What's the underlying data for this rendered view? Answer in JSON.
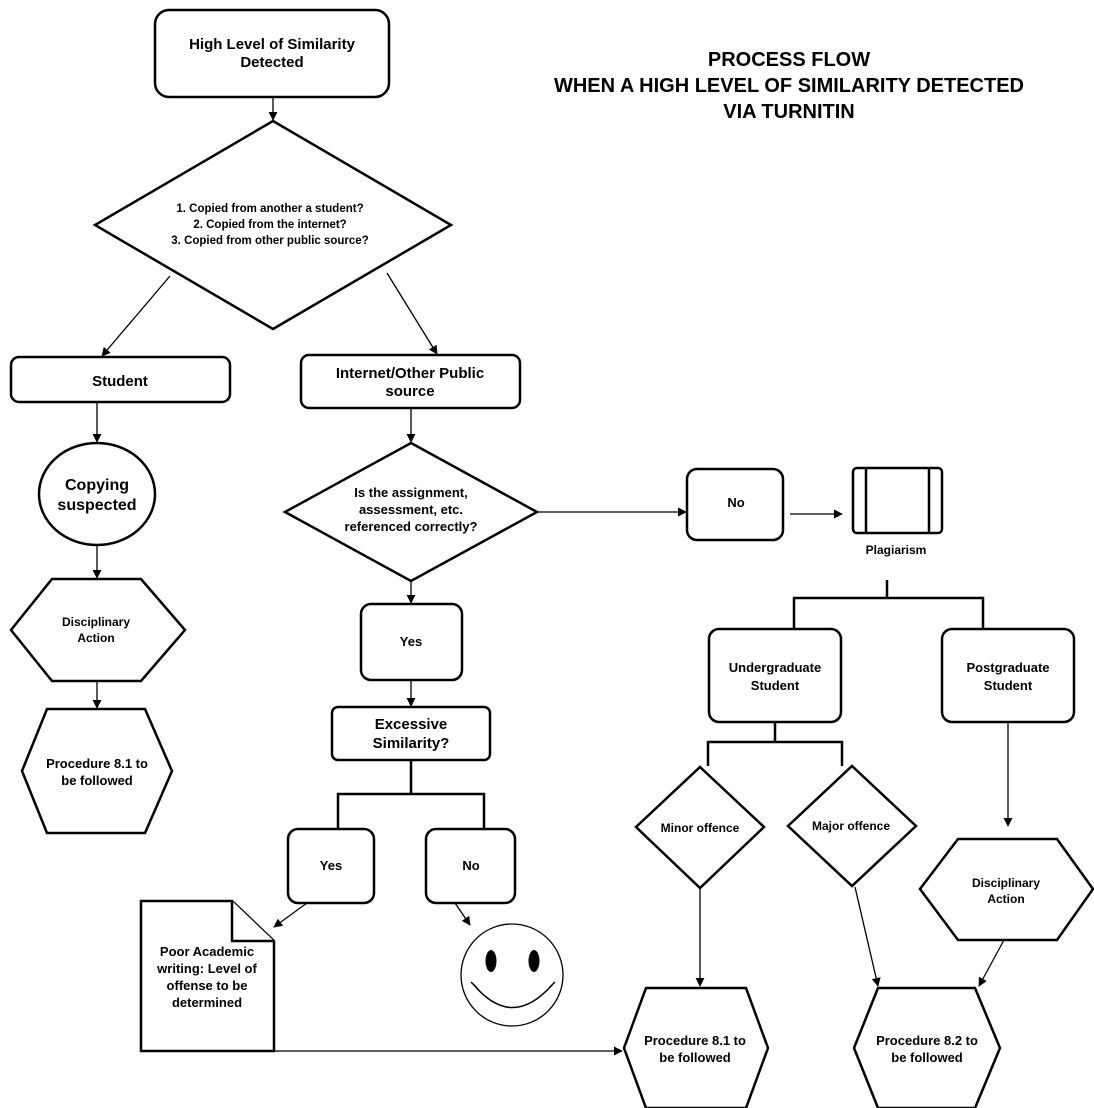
{
  "title": {
    "line1": "PROCESS FLOW",
    "line2": "WHEN A HIGH LEVEL OF SIMILARITY DETECTED",
    "line3": "VIA TURNITIN"
  },
  "nodes": {
    "start": [
      "High Level of Similarity",
      "Detected"
    ],
    "questions": [
      "1. Copied from another a student?",
      "2. Copied from the internet?",
      "3. Copied from other public source?"
    ],
    "student": "Student",
    "internet": [
      "Internet/Other Public",
      "source"
    ],
    "copying": [
      "Copying",
      "suspected"
    ],
    "referenced": [
      "Is the assignment,",
      "assessment, etc.",
      "referenced correctly?"
    ],
    "no_box": "No",
    "plagiarism": "Plagiarism",
    "disciplinary_left": [
      "Disciplinary",
      "Action"
    ],
    "yes_box": "Yes",
    "undergrad": [
      "Undergraduate",
      "Student"
    ],
    "postgrad": [
      "Postgraduate",
      "Student"
    ],
    "procedure_left": [
      "Procedure 8.1 to",
      "be followed"
    ],
    "excessive": [
      "Excessive",
      "Similarity?"
    ],
    "minor": "Minor offence",
    "major": "Major offence",
    "excessive_yes": "Yes",
    "excessive_no": "No",
    "disciplinary_right": [
      "Disciplinary",
      "Action"
    ],
    "poor_writing": [
      "Poor Academic",
      "writing:  Level of",
      "offense to be",
      "determined"
    ],
    "procedure_81": [
      "Procedure 8.1 to",
      "be followed"
    ],
    "procedure_82": [
      "Procedure 8.2 to",
      "be followed"
    ]
  },
  "icons": {
    "smiley": "smiley-face-icon",
    "plagiarism": "predefined-process-icon"
  },
  "colors": {
    "stroke": "#000000",
    "fill": "#ffffff"
  }
}
